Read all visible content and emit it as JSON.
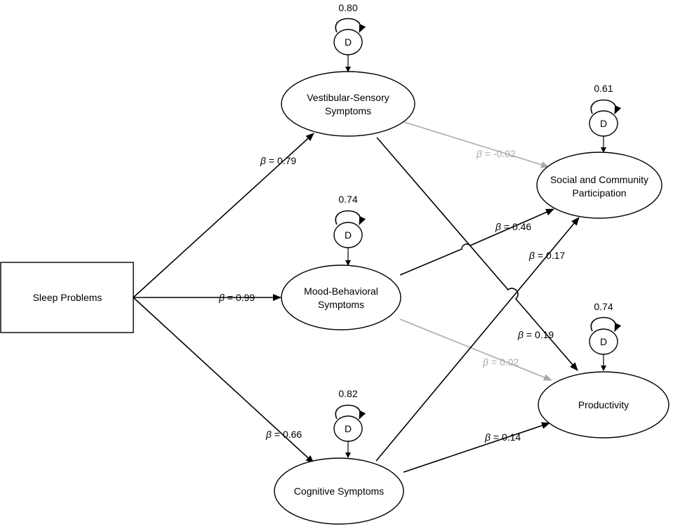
{
  "nodes": {
    "sleep": "Sleep Problems",
    "vestibular": [
      "Vestibular-Sensory",
      "Symptoms"
    ],
    "mood": [
      "Mood-Behavioral",
      "Symptoms"
    ],
    "cognitive": "Cognitive Symptoms",
    "social": [
      "Social and Community",
      "Participation"
    ],
    "productivity": "Productivity"
  },
  "disturbance": {
    "label": "D",
    "vestibular": "0.80",
    "mood": "0.74",
    "cognitive": "0.82",
    "social": "0.61",
    "productivity": "0.74"
  },
  "beta_symbol": "β",
  "paths": {
    "sleep_vestibular": " = 0.79",
    "sleep_mood": " = 0.99",
    "sleep_cognitive": " = 0.66",
    "vestibular_social": " = -0.02",
    "mood_social": " = 0.46",
    "cognitive_social": " = 0.17",
    "vestibular_productivity": " = 0.19",
    "mood_productivity": " = 0.02",
    "cognitive_productivity": " = 0.14"
  },
  "colors": {
    "significant": "#000000",
    "nonsignificant": "#aaaaaa"
  }
}
